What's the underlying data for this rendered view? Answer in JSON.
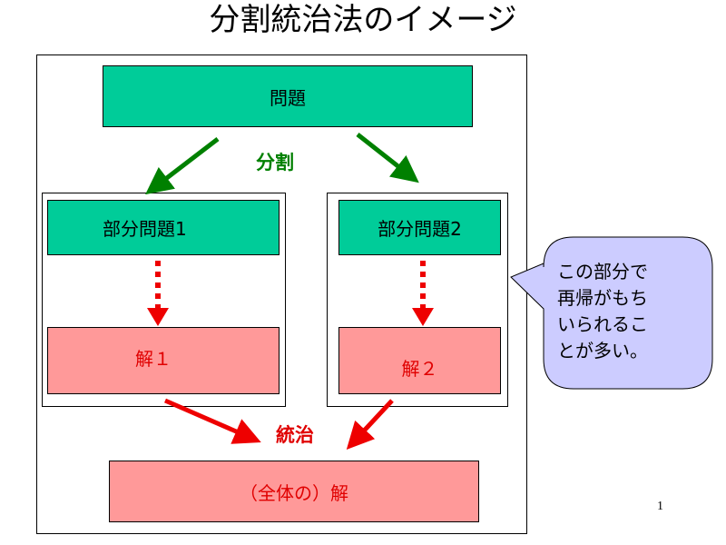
{
  "title": "分割統治法のイメージ",
  "boxes": {
    "problem": "問題",
    "sub1": "部分問題1",
    "sub2": "部分問題2",
    "sol1": "解１",
    "sol2": "解２",
    "whole": "（全体の）解"
  },
  "labels": {
    "divide": "分割",
    "conquer": "統治"
  },
  "callout": {
    "lines": [
      "この部分で",
      "再帰がもち",
      "いられるこ",
      "とが多い。"
    ]
  },
  "page_number": "1",
  "colors": {
    "green_box": "#00cc99",
    "pink_box": "#ff9999",
    "arrow_green": "#008000",
    "arrow_red": "#ee0000",
    "callout_fill": "#ccccff"
  }
}
